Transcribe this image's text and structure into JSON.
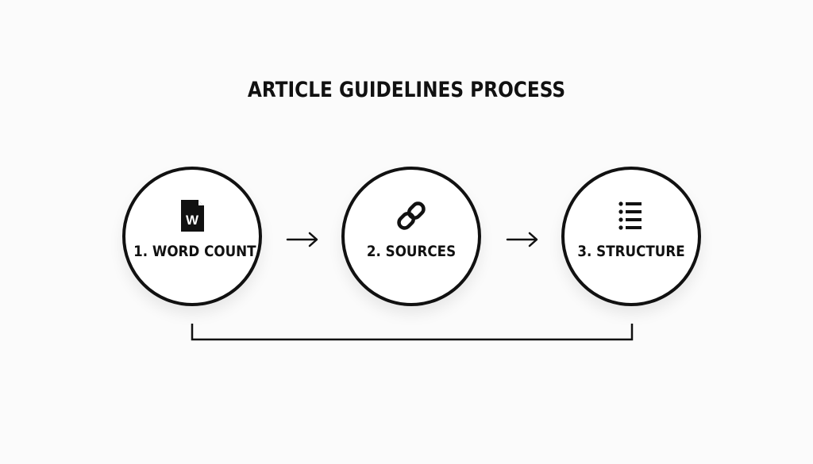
{
  "title": "ARTICLE GUIDELINES PROCESS",
  "steps": [
    {
      "label": "1. WORD COUNT",
      "icon": "word-document-icon",
      "icon_letter": "W"
    },
    {
      "label": "2. SOURCES",
      "icon": "link-chain-icon"
    },
    {
      "label": "3. STRUCTURE",
      "icon": "bulleted-list-icon"
    }
  ],
  "colors": {
    "stroke": "#111111",
    "background": "#fbfbfb",
    "node_fill": "#ffffff"
  }
}
